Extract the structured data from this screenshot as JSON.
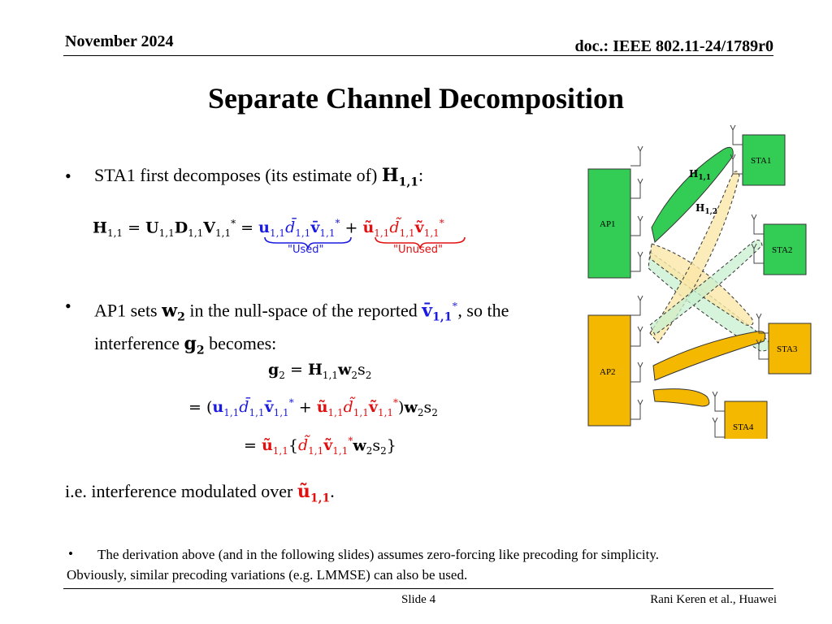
{
  "header": {
    "date": "November 2024",
    "doc": "doc.: IEEE 802.11-24/1789r0"
  },
  "title": "Separate Channel Decomposition",
  "bullets": {
    "b1_text": "STA1 first decomposes (its estimate of) ",
    "b1_sym": "H",
    "b1_sub": "1,1",
    "b1_end": ":",
    "b2_pre": "AP1 sets ",
    "b2_sym": "w",
    "b2_sub": "2",
    "b2_mid": " in the null-space of the reported ",
    "b2_vsym": "v̄",
    "b2_vsub": "1,1",
    "b2_vsup": "*",
    "b2_post": ", so the",
    "b2_line2_pre": "interference ",
    "b2_gsym": "g",
    "b2_gsub": "2",
    "b2_line2_post": " becomes:"
  },
  "braces": {
    "used": "\"Used\"",
    "unused": "\"Unused\""
  },
  "conclusion": {
    "text": "i.e. interference modulated over ",
    "sym": "ũ",
    "sub": "1,1",
    "end": "."
  },
  "note": {
    "line1": "The derivation above (and in the following slides) assumes zero-forcing like precoding for simplicity.",
    "line2": "Obviously, similar precoding variations (e.g. LMMSE) can also be used."
  },
  "footer": {
    "slide": "Slide 4",
    "author": "Rani Keren et al., Huawei"
  },
  "diagram": {
    "ap1": "AP1",
    "ap2": "AP2",
    "sta1": "STA1",
    "sta2": "STA2",
    "sta3": "STA3",
    "sta4": "STA4",
    "h11": "H",
    "h11_sub": "1,1",
    "h12": "H",
    "h12_sub": "1,2",
    "colors": {
      "green": "#33cc55",
      "orange": "#f5b800",
      "light_green": "#c8f0d0",
      "light_orange": "#fbe7a8"
    }
  }
}
